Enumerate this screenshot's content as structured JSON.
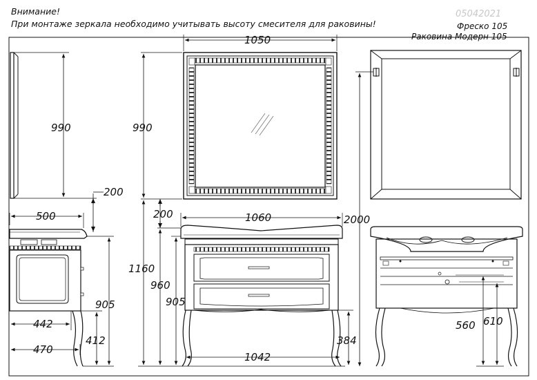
{
  "notes": {
    "attention": "Внимание!",
    "mounting": "При монтаже зеркала необходимо учитывать высоту смесителя для раковины!"
  },
  "doc_code": "05042021",
  "models": [
    "Фреско  105",
    "Раковина Модерн 105"
  ],
  "dims": {
    "mirror_side_height": "990",
    "mirror_gap": "200",
    "mirror_front_width": "1050",
    "mirror_front_height": "990",
    "side_depth_top": "500",
    "side_height": "905",
    "side_depth_mid": "442",
    "side_depth_bottom": "470",
    "side_leg": "412",
    "front_gap": "200",
    "front_width_top": "1060",
    "front_total_height": "1160",
    "front_height_960": "960",
    "front_height_905": "905",
    "front_leg": "384",
    "front_width_bottom": "1042",
    "overall_height": "2000",
    "back_560": "560",
    "back_610": "610"
  },
  "colors": {
    "line": "#111111",
    "frame": "#222222",
    "code": "#c8c8c8"
  }
}
